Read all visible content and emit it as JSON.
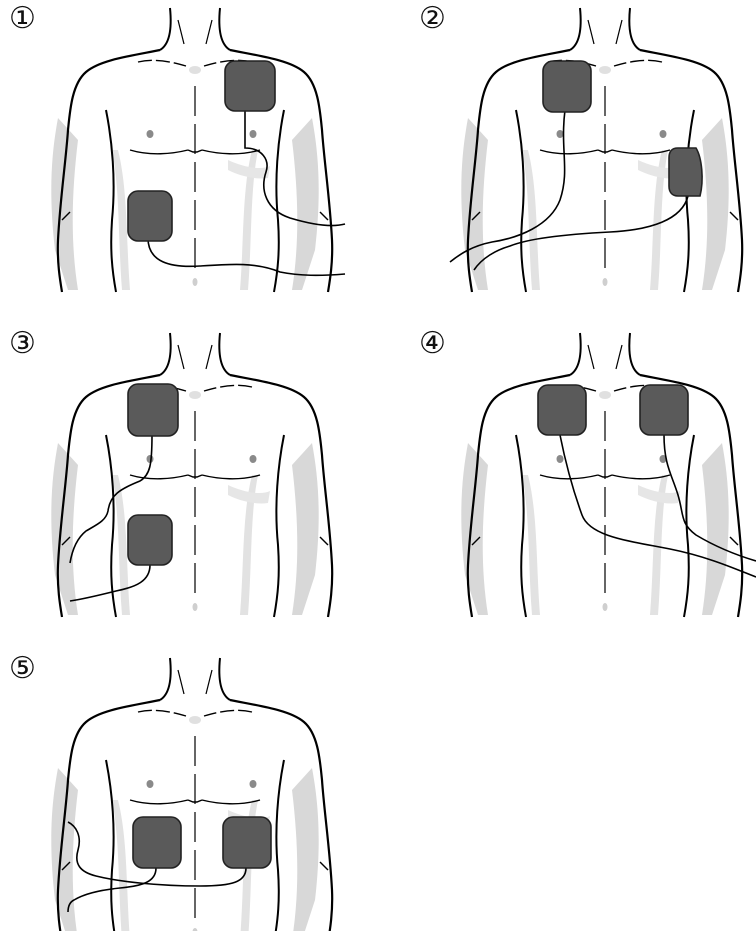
{
  "panels": [
    {
      "label": "①",
      "placement": "right-upper-chest-and-left-lower-chest"
    },
    {
      "label": "②",
      "placement": "chest-and-left-side"
    },
    {
      "label": "③",
      "placement": "upper-and-lower-same-side"
    },
    {
      "label": "④",
      "placement": "both-upper-chest"
    },
    {
      "label": "⑤",
      "placement": "both-lower-abdomen"
    }
  ],
  "colors": {
    "line": "#000000",
    "pad_fill": "#5a5a5a",
    "shade": "#d6d6d6",
    "nipple": "#8a8a8a",
    "background": "#ffffff"
  },
  "icons": [
    "torso-outline",
    "electrode-pad",
    "lead-wire"
  ]
}
